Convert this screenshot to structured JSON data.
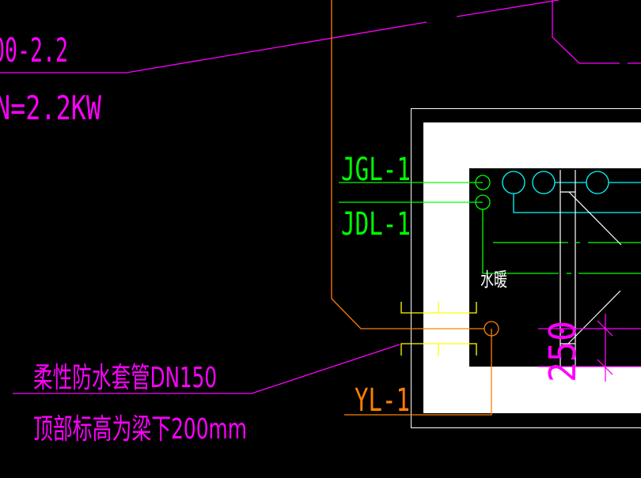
{
  "drawing": {
    "motor_model": "00-2.2",
    "motor_power": "N=2.2KW",
    "pipe_labels": {
      "jgl": "JGL-1",
      "jdl": "JDL-1",
      "yl": "YL-1"
    },
    "room_label": "水暖",
    "sleeve_note": "柔性防水套管DN150",
    "elevation_note": "顶部标高为梁下200mm",
    "dimension": "250"
  },
  "colors": {
    "background": "#000000",
    "magenta": "#ff00ff",
    "green": "#00ff00",
    "cyan": "#00ffff",
    "orange": "#ff7f00",
    "yellow": "#ffff00",
    "white": "#ffffff"
  }
}
